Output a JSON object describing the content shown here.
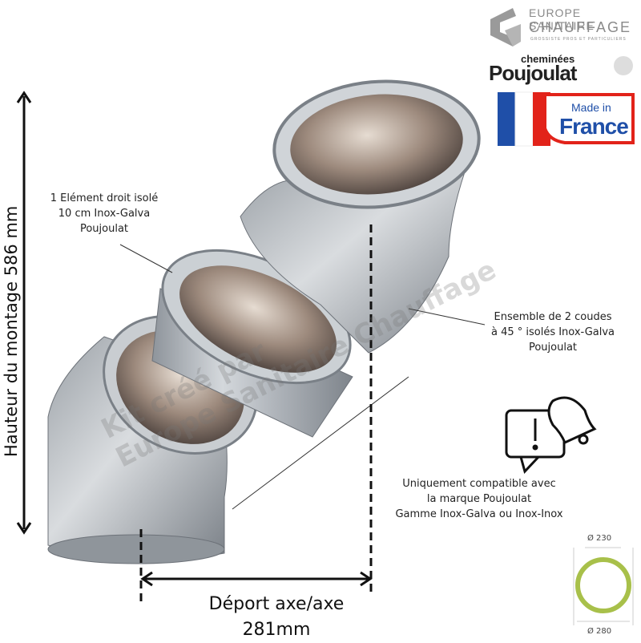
{
  "logos": {
    "europe_sanitaire_line1": "EUROPE SANITAIRE",
    "europe_sanitaire_line2": "CHAUFFAGE",
    "europe_sanitaire_tagline": "GROSSISTE PROS ET PARTICULIERS",
    "poujoulat_small": "cheminées",
    "poujoulat_big": "Poujoulat",
    "made_in": "Made in",
    "france": "France"
  },
  "labels": {
    "hauteur": "Hauteur du montage  586 mm",
    "element_droit_l1": "1 Elément droit isolé",
    "element_droit_l2": "10 cm Inox-Galva",
    "element_droit_l3": "Poujoulat",
    "coudes_l1": "Ensemble de 2 coudes",
    "coudes_l2": "à 45 ° isolés Inox-Galva",
    "coudes_l3": "Poujoulat",
    "compat_l1": "Uniquement compatible avec",
    "compat_l2": "la marque Poujoulat",
    "compat_l3": "Gamme Inox-Galva ou Inox-Inox",
    "deport_l1": "Déport axe/axe",
    "deport_l2": "281mm",
    "diam_inner": "Ø 230",
    "diam_outer": "Ø 280",
    "watermark_l1": "Kit créé par",
    "watermark_l2": "Europe Sanitaire Chauffage"
  },
  "colors": {
    "galva": "#b7bcc2",
    "flag_blue": "#1f4fa8",
    "flag_red": "#e2231a",
    "ring": "#a8c04a"
  }
}
